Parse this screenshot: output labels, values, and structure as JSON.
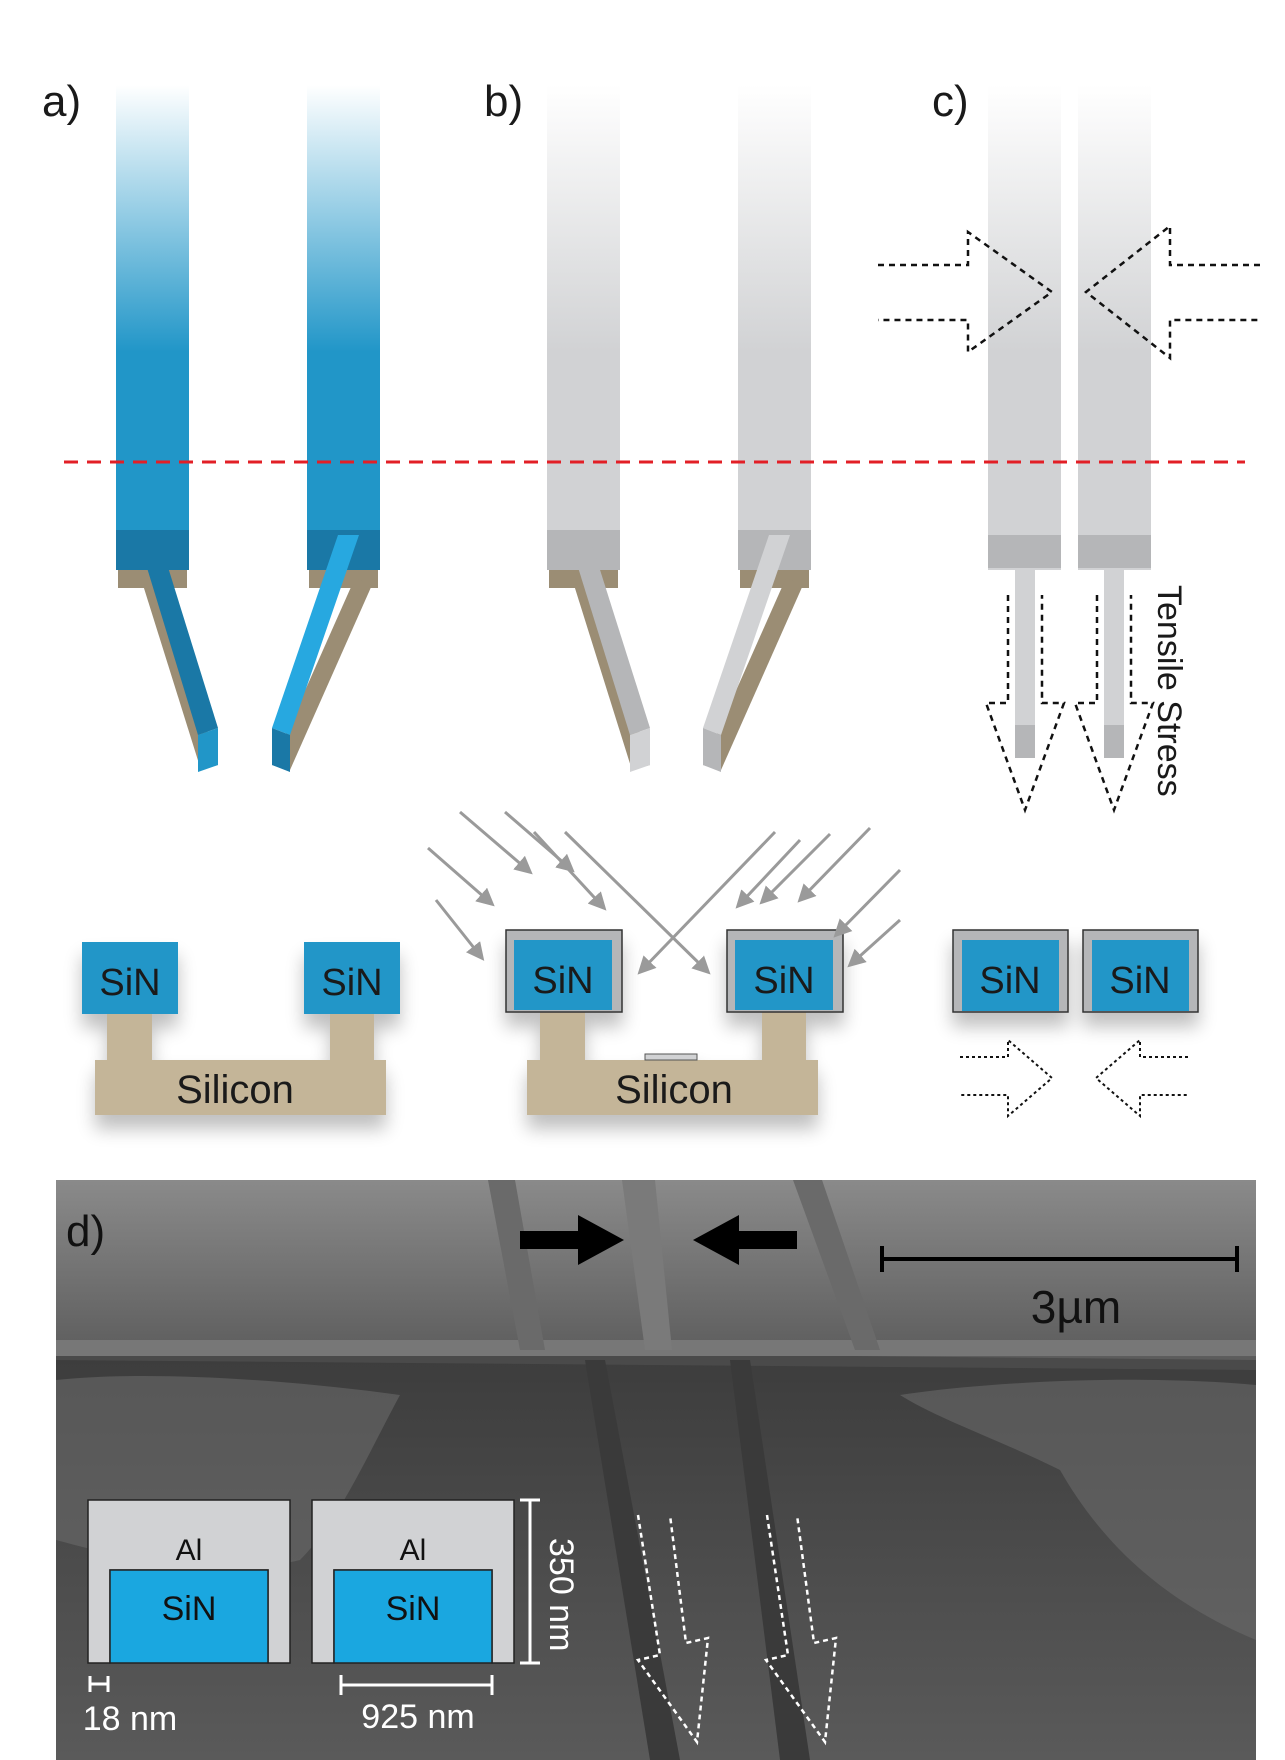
{
  "panels": {
    "a": "a)",
    "b": "b)",
    "c": "c)",
    "d": "d)"
  },
  "labels": {
    "sin": "SiN",
    "silicon": "Silicon",
    "tensile_stress": "Tensile Stress",
    "al": "Al",
    "scale_bar": "3µm",
    "dim_height": "350 nm",
    "dim_width": "925 nm",
    "dim_thickness": "18 nm"
  },
  "colors": {
    "sin_blue": "#2196c8",
    "sin_blue_dark": "#1a78a6",
    "sin_blue_light": "#27a8e0",
    "al_gray": "#d1d2d4",
    "al_gray_dark": "#b5b6b8",
    "silicon_tan": "#c4b598",
    "silicon_tan_dark": "#9b8d74",
    "cut_line_red": "#e21f26",
    "sem_background": "#4a4a4a"
  }
}
